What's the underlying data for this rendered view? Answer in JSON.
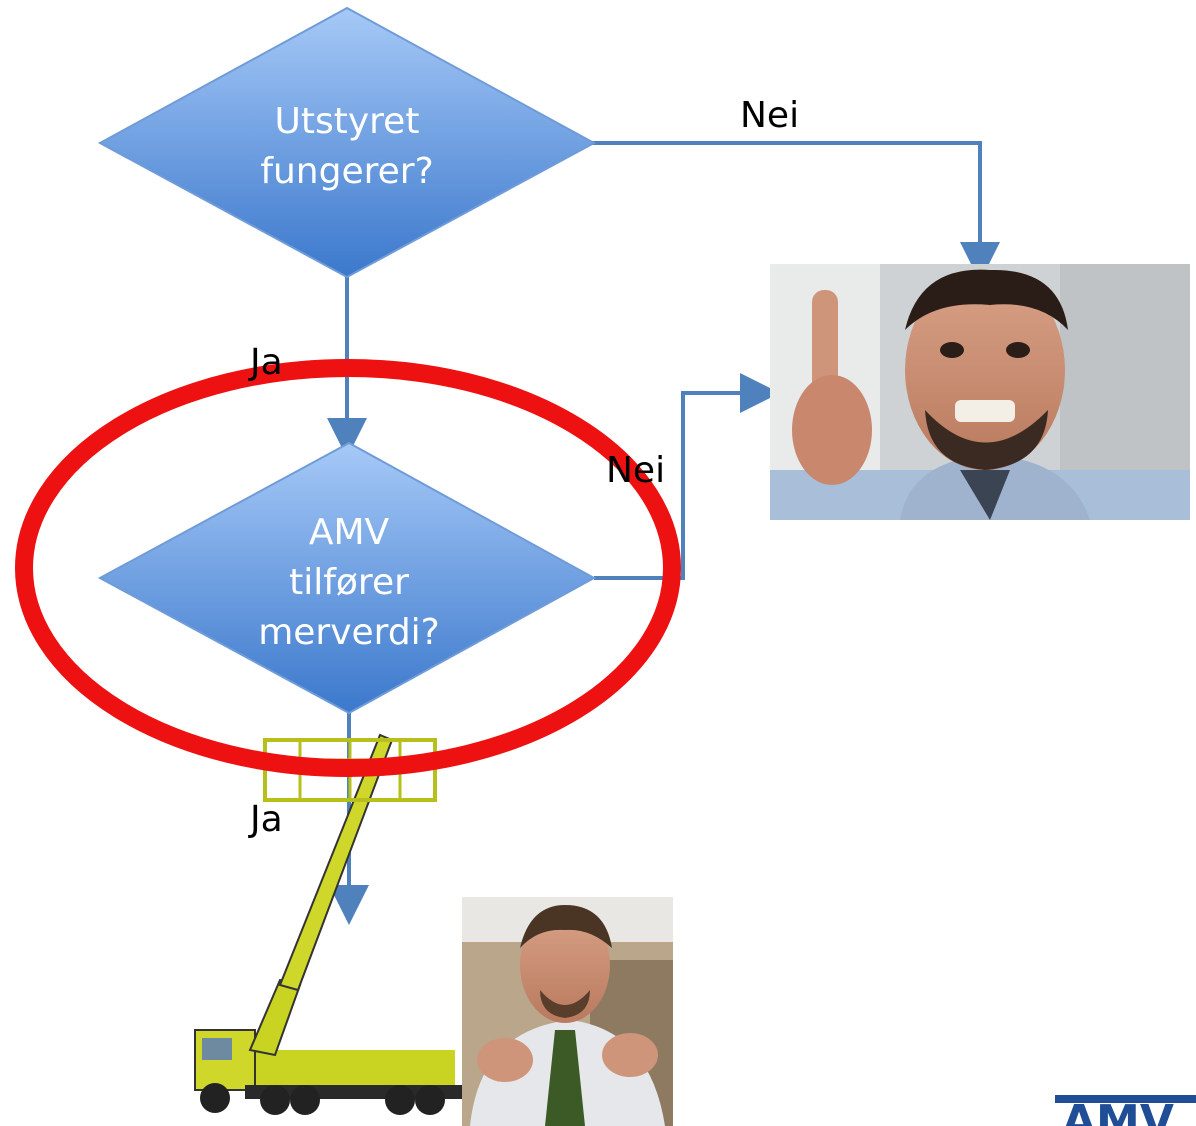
{
  "diagram": {
    "decision1": {
      "lines": [
        "Utstyret",
        "fungerer?"
      ]
    },
    "decision2": {
      "lines": [
        "AMV",
        "tilfører",
        "merverdi?"
      ]
    },
    "edge_no_1": "Nei",
    "edge_yes_1": "Ja",
    "edge_no_2": "Nei",
    "edge_yes_2": "Ja",
    "logo_text": "AMV"
  },
  "colors": {
    "diamond_top": "#9dc3f5",
    "diamond_bottom": "#3f7fd0",
    "arrow": "#4f81bd",
    "highlight_ellipse": "#ee1111"
  },
  "icons": {
    "photo_angry": "angry-man-photo",
    "photo_crane": "yellow-crane-truck-photo",
    "photo_gesturing": "gesturing-man-photo"
  }
}
